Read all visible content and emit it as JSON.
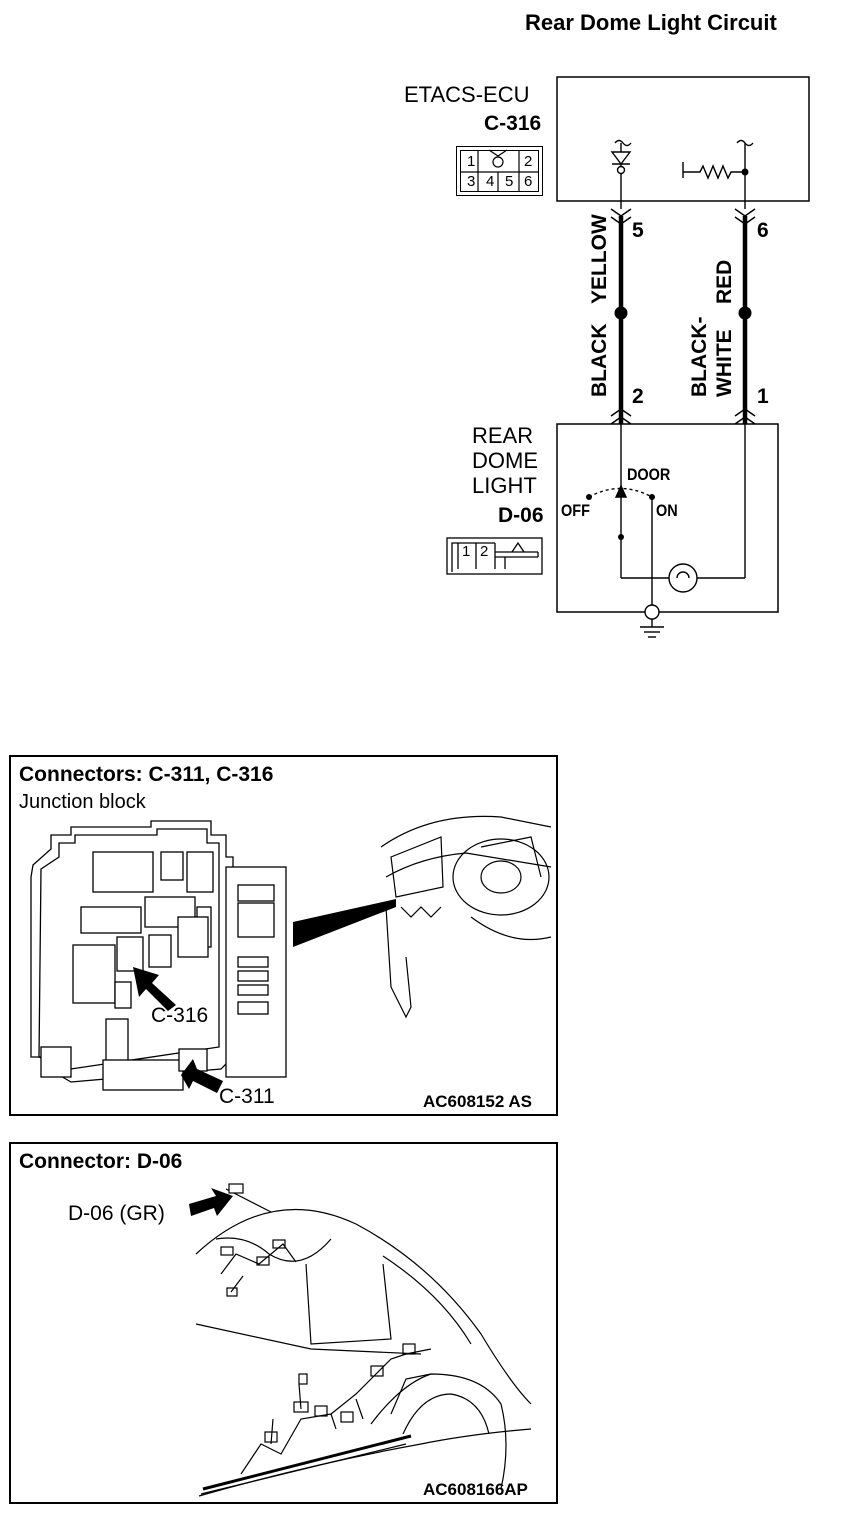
{
  "title": "Rear Dome Light Circuit",
  "ecu": {
    "name": "ETACS-ECU",
    "connector": "C-316",
    "grid": [
      "1",
      "2",
      "3",
      "4",
      "5",
      "6"
    ]
  },
  "wires": {
    "left": {
      "top_pin": "5",
      "top_color": "YELLOW",
      "bottom_color": "BLACK",
      "bottom_pin": "2"
    },
    "right": {
      "top_pin": "6",
      "top_color": "RED",
      "bottom_color_line1": "BLACK-",
      "bottom_color_line2": "WHITE",
      "bottom_pin": "1"
    }
  },
  "dome": {
    "name_line1": "REAR",
    "name_line2": "DOME",
    "name_line3": "LIGHT",
    "connector": "D-06",
    "grid": [
      "1",
      "2"
    ],
    "switch_door": "DOOR",
    "switch_off": "OFF",
    "switch_on": "ON"
  },
  "panel1": {
    "title": "Connectors: C-311, C-316",
    "subtitle": "Junction block",
    "callout_a": "C-316",
    "callout_b": "C-311",
    "code": "AC608152 AS"
  },
  "panel2": {
    "title": "Connector: D-06",
    "callout": "D-06 (GR)",
    "code": "AC608166AP"
  }
}
